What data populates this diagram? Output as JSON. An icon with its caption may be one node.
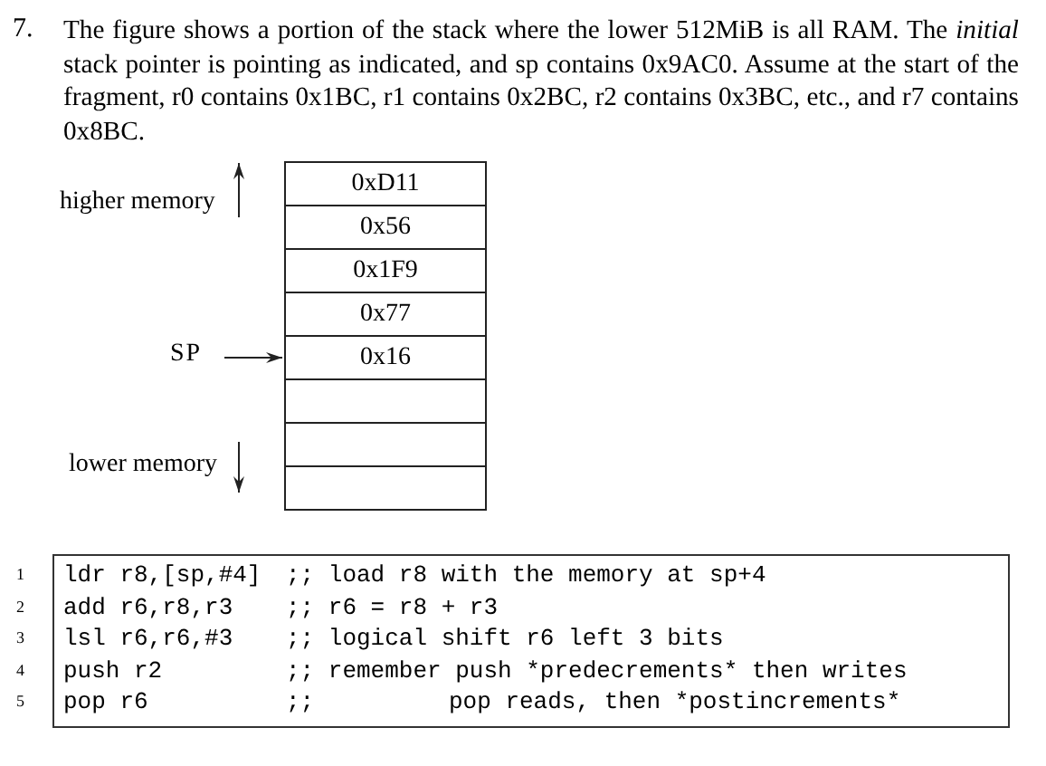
{
  "diagram": {
    "nodes": [
      {
        "text": [
          "0xD11"
        ]
      },
      {
        "text": [
          "0x56"
        ]
      },
      {
        "text": [
          "0x1F9"
        ]
      },
      {
        "text": [
          "0x77"
        ]
      },
      {
        "text": [
          "0x16"
        ]
      },
      {
        "text": [],
        "shape": "box"
      },
      {
        "text": [],
        "shape": "box"
      },
      {
        "text": [],
        "shape": "box"
      },
      {
        "text": [
          "SP"
        ]
      }
    ],
    "edges": [
      {
        "from": 8,
        "to": 4,
        "arrow": "to"
      }
    ],
    "labels": [
      "7.",
      "The figure shows a portion of the stack where the lower 512MiB is all RAM. The *initial* stack pointer is pointing as indicated, and sp contains 0x9AC0. Assume at the start of the fragment, r0 contains 0x1BC, r1 contains 0x2BC, r2 contains 0x3BC, etc., and r7 contains 0x8BC.",
      "higher memory",
      "lower memory",
      "1",
      "ldr r8,[sp,#4]",
      ";; load r8 with the memory at sp+4",
      "2",
      "add r6,r8,r3",
      ";; r6 = r8 + r3",
      "3",
      "lsl r6,r6,#3",
      ";; logical shift r6 left 3 bits",
      "4",
      "push r2",
      ";; remember push *predecrements* then writes",
      "5",
      "pop r6",
      ";;",
      "pop reads, then *postincrements*"
    ]
  }
}
